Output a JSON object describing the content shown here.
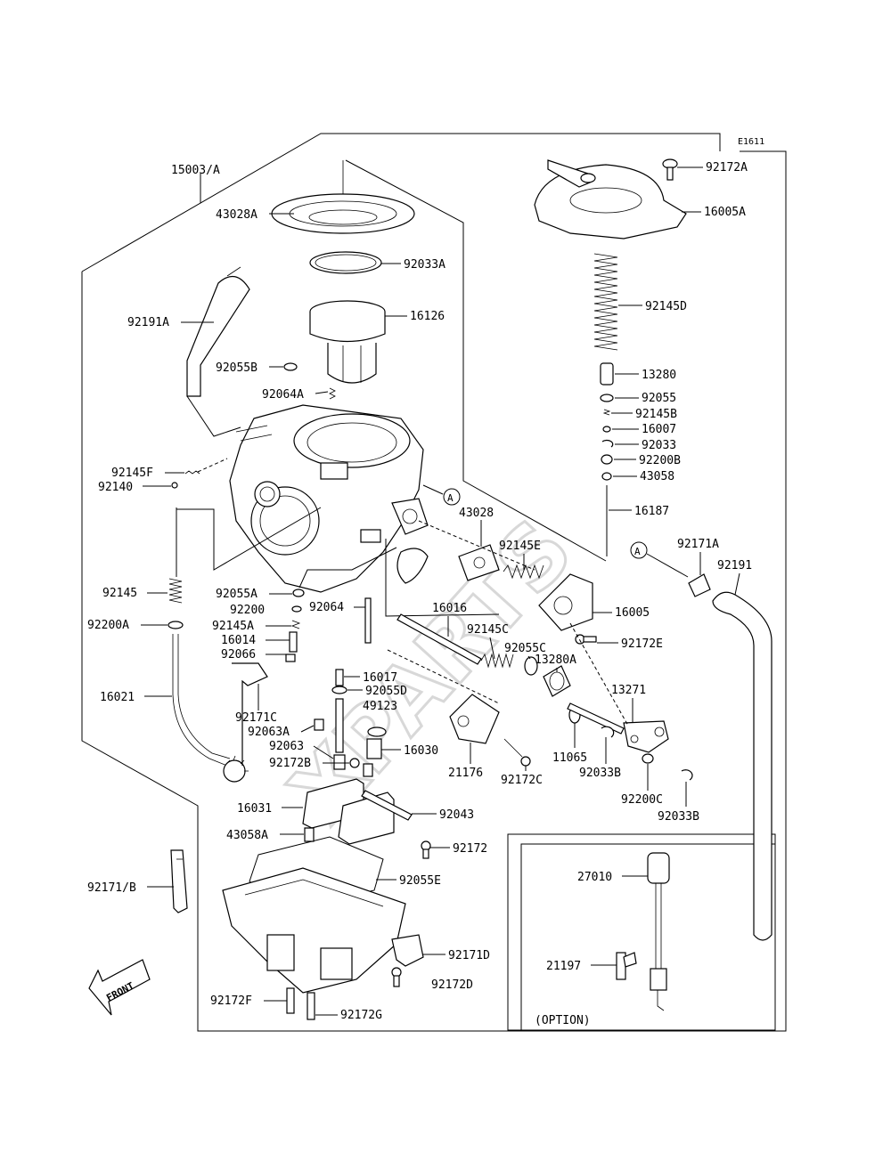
{
  "diagram": {
    "code": "E1611",
    "watermark": "XPARTS",
    "front_label": "FRONT",
    "option_label": "(OPTION)",
    "circle_marker": "A",
    "labels": {
      "p15003A": "15003/A",
      "p43028A": "43028A",
      "p92033A": "92033A",
      "p16126": "16126",
      "p92191A": "92191A",
      "p92055B": "92055B",
      "p92064A": "92064A",
      "p92145F": "92145F",
      "p92140": "92140",
      "p92145": "92145",
      "p92200A": "92200A",
      "p92055A": "92055A",
      "p92200": "92200",
      "p92064": "92064",
      "p92145A": "92145A",
      "p16014": "16014",
      "p92066": "92066",
      "p16021": "16021",
      "p92171C": "92171C",
      "p16017": "16017",
      "p92055D": "92055D",
      "p49123": "49123",
      "p92063A": "92063A",
      "p92063": "92063",
      "p92172B": "92172B",
      "p16030": "16030",
      "p16031": "16031",
      "p92043": "92043",
      "p43058A": "43058A",
      "p92172": "92172",
      "p92055E": "92055E",
      "p92171B": "92171/B",
      "p92171D": "92171D",
      "p92172D": "92172D",
      "p92172F": "92172F",
      "p92172G": "92172G",
      "p92172A": "92172A",
      "p16005A": "16005A",
      "p92145D": "92145D",
      "p13280": "13280",
      "p92055": "92055",
      "p92145B": "92145B",
      "p16007": "16007",
      "p92033": "92033",
      "p92200B": "92200B",
      "p43058": "43058",
      "p16187": "16187",
      "p43028": "43028",
      "p92145E": "92145E",
      "p16005": "16005",
      "p92172E": "92172E",
      "p16016": "16016",
      "p92145C": "92145C",
      "p92055C": "92055C",
      "p13280A": "13280A",
      "p13271": "13271",
      "p21176": "21176",
      "p92172C": "92172C",
      "p11065": "11065",
      "p92033B": "92033B",
      "p92200C": "92200C",
      "p92033B2": "92033B",
      "p92171A": "92171A",
      "p92191": "92191",
      "p27010": "27010",
      "p21197": "21197"
    }
  }
}
